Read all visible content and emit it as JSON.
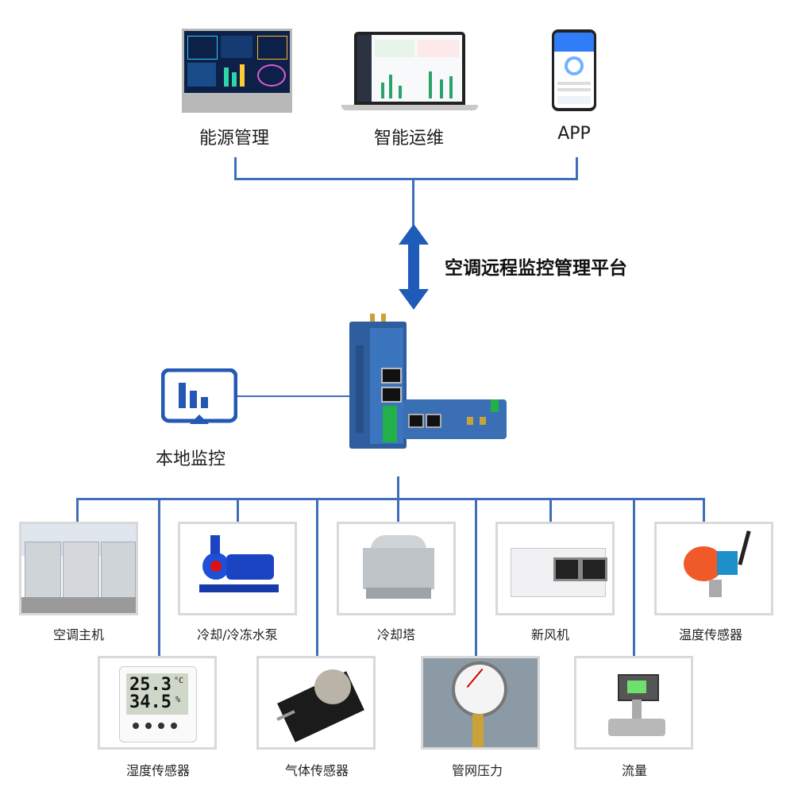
{
  "top_clients": [
    {
      "label": "能源管理"
    },
    {
      "label": "智能运维"
    },
    {
      "label": "APP"
    }
  ],
  "platform": {
    "title": "空调远程监控管理平台"
  },
  "local": {
    "label": "本地监控"
  },
  "devices": [
    {
      "label": "空调主机"
    },
    {
      "label": "冷却/冷冻水泵"
    },
    {
      "label": "冷却塔"
    },
    {
      "label": "新风机"
    },
    {
      "label": "温度传感器"
    },
    {
      "label": "湿度传感器"
    },
    {
      "label": "气体传感器"
    },
    {
      "label": "管网压力"
    },
    {
      "label": "流量"
    }
  ],
  "sensor_readings": {
    "temp": "25.3",
    "temp_unit": "°C",
    "humidity": "34.5",
    "humidity_unit": "%"
  },
  "colors": {
    "line": "#3f6fb8",
    "arrow": "#1f5bb8",
    "accent": "#2458b5"
  }
}
